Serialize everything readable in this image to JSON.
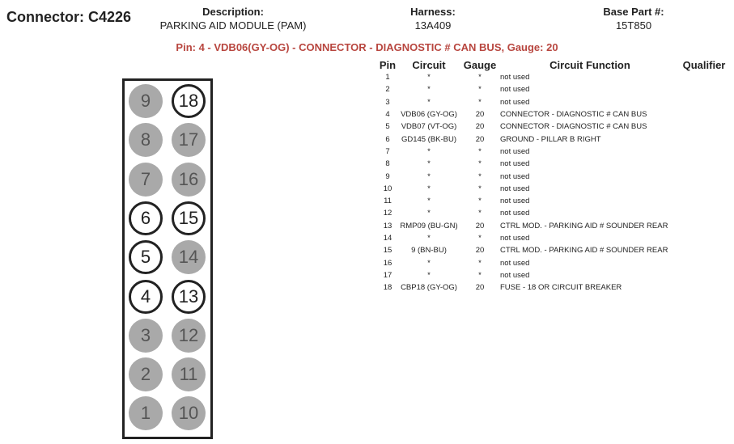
{
  "connector": {
    "label": "Connector: C4226"
  },
  "header": {
    "description_label": "Description:",
    "description_value": "PARKING AID MODULE (PAM)",
    "harness_label": "Harness:",
    "harness_value": "13A409",
    "base_part_label": "Base Part #:",
    "base_part_value": "15T850"
  },
  "selected_pin_line": "Pin: 4 - VDB06(GY-OG) - CONNECTOR - DIAGNOSTIC # CAN BUS, Gauge: 20",
  "table": {
    "headers": [
      "Pin",
      "Circuit",
      "Gauge",
      "Circuit Function",
      "Qualifier"
    ],
    "rows": [
      {
        "pin": "1",
        "circuit": "*",
        "gauge": "*",
        "function": "not used"
      },
      {
        "pin": "2",
        "circuit": "*",
        "gauge": "*",
        "function": "not used"
      },
      {
        "pin": "3",
        "circuit": "*",
        "gauge": "*",
        "function": "not used"
      },
      {
        "pin": "4",
        "circuit": "VDB06 (GY-OG)",
        "gauge": "20",
        "function": "CONNECTOR - DIAGNOSTIC # CAN BUS"
      },
      {
        "pin": "5",
        "circuit": "VDB07 (VT-OG)",
        "gauge": "20",
        "function": "CONNECTOR - DIAGNOSTIC # CAN BUS"
      },
      {
        "pin": "6",
        "circuit": "GD145 (BK-BU)",
        "gauge": "20",
        "function": "GROUND - PILLAR B RIGHT"
      },
      {
        "pin": "7",
        "circuit": "*",
        "gauge": "*",
        "function": "not used"
      },
      {
        "pin": "8",
        "circuit": "*",
        "gauge": "*",
        "function": "not used"
      },
      {
        "pin": "9",
        "circuit": "*",
        "gauge": "*",
        "function": "not used"
      },
      {
        "pin": "10",
        "circuit": "*",
        "gauge": "*",
        "function": "not used"
      },
      {
        "pin": "11",
        "circuit": "*",
        "gauge": "*",
        "function": "not used"
      },
      {
        "pin": "12",
        "circuit": "*",
        "gauge": "*",
        "function": "not used"
      },
      {
        "pin": "13",
        "circuit": "RMP09 (BU-GN)",
        "gauge": "20",
        "function": "CTRL MOD. - PARKING AID # SOUNDER REAR"
      },
      {
        "pin": "14",
        "circuit": "*",
        "gauge": "*",
        "function": "not used"
      },
      {
        "pin": "15",
        "circuit": "9 (BN-BU)",
        "gauge": "20",
        "function": "CTRL MOD. - PARKING AID # SOUNDER REAR"
      },
      {
        "pin": "16",
        "circuit": "*",
        "gauge": "*",
        "function": "not used"
      },
      {
        "pin": "17",
        "circuit": "*",
        "gauge": "*",
        "function": "not used"
      },
      {
        "pin": "18",
        "circuit": "CBP18 (GY-OG)",
        "gauge": "20",
        "function": "FUSE - 18 OR CIRCUIT BREAKER"
      }
    ]
  },
  "diagram": {
    "pins": [
      {
        "num": "9",
        "active": false
      },
      {
        "num": "18",
        "active": true
      },
      {
        "num": "8",
        "active": false
      },
      {
        "num": "17",
        "active": false
      },
      {
        "num": "7",
        "active": false
      },
      {
        "num": "16",
        "active": false
      },
      {
        "num": "6",
        "active": true
      },
      {
        "num": "15",
        "active": true
      },
      {
        "num": "5",
        "active": true
      },
      {
        "num": "14",
        "active": false
      },
      {
        "num": "4",
        "active": true
      },
      {
        "num": "13",
        "active": true
      },
      {
        "num": "3",
        "active": false
      },
      {
        "num": "12",
        "active": false
      },
      {
        "num": "2",
        "active": false
      },
      {
        "num": "11",
        "active": false
      },
      {
        "num": "1",
        "active": false
      },
      {
        "num": "10",
        "active": false
      }
    ]
  }
}
